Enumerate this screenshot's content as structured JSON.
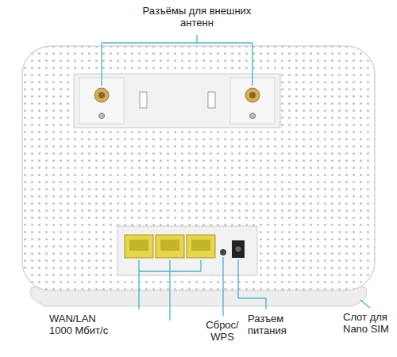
{
  "diagram": {
    "labels": [
      "Разъёмы для внешних антенн",
      "WAN/LAN 1000 Мбит/с",
      "Сброс/ WPS",
      "Разъем питания",
      "Слот для Nano SIM"
    ]
  }
}
